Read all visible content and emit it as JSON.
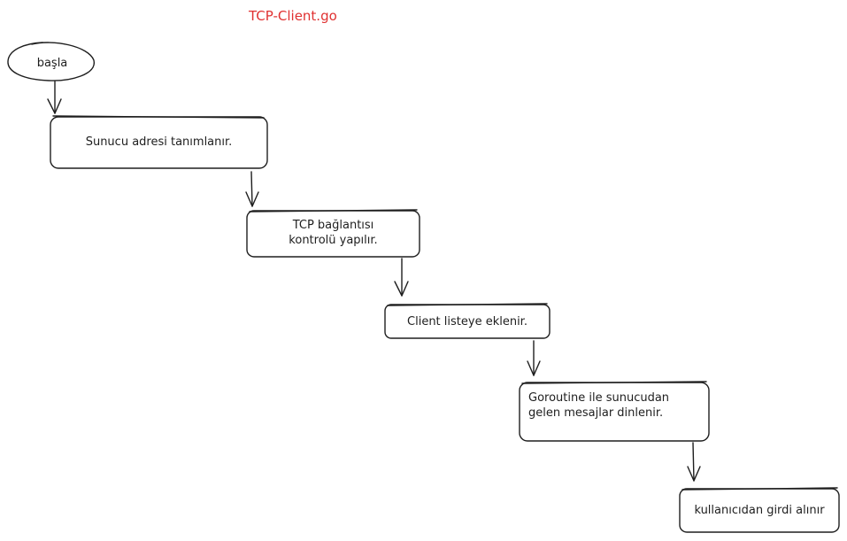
{
  "title": "TCP-Client.go",
  "colors": {
    "title": "#e03131",
    "stroke": "#1e1e1e",
    "background": "#ffffff"
  },
  "nodes": {
    "start": {
      "label": "başla",
      "shape": "ellipse"
    },
    "step1": {
      "lines": [
        "Sunucu adresi tanımlanır."
      ]
    },
    "step2": {
      "lines": [
        "TCP bağlantısı",
        "kontrolü yapılır."
      ]
    },
    "step3": {
      "lines": [
        "Client listeye eklenir."
      ]
    },
    "step4": {
      "lines": [
        "Goroutine ile sunucudan",
        "gelen mesajlar dinlenir."
      ]
    },
    "step5": {
      "lines": [
        "kullanıcıdan girdi alınır"
      ]
    }
  }
}
